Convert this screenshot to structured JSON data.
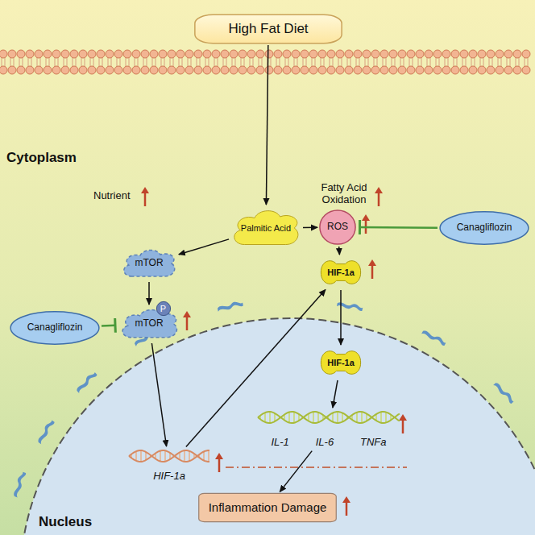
{
  "diagram": {
    "nodes": [
      {
        "text": [
          "High Fat Diet"
        ]
      },
      {
        "text": [
          "Palmitic Acid"
        ]
      },
      {
        "text": [
          "mTOR"
        ]
      },
      {
        "text": [
          "ROS"
        ]
      },
      {
        "text": [
          "Canagliflozin"
        ]
      },
      {
        "text": [
          "mTOR"
        ]
      },
      {
        "text": [
          "P"
        ],
        "in": 5
      },
      {
        "text": [
          "Canagliflozin"
        ]
      },
      {
        "text": [
          "HIF-1a"
        ]
      },
      {
        "text": [
          "HIF-1a"
        ]
      },
      {
        "text": [
          "HIF-1a"
        ]
      },
      {
        "text": [
          "IL-1",
          "IL-6",
          "TNFa"
        ]
      },
      {
        "text": [
          "Inflammation Damage"
        ]
      }
    ],
    "edges": [
      {
        "from": 0,
        "to": 1,
        "arrow": "to"
      },
      {
        "from": 1,
        "to": 2,
        "arrow": "to"
      },
      {
        "from": 1,
        "to": 3,
        "arrow": "to"
      },
      {
        "from": 2,
        "to": 5,
        "arrow": "to"
      },
      {
        "from": 3,
        "to": 8,
        "arrow": "to"
      },
      {
        "from": 4,
        "to": 3,
        "arrow": "to"
      },
      {
        "from": 7,
        "to": 5,
        "arrow": "to"
      },
      {
        "from": 5,
        "to": 10,
        "arrow": "to"
      },
      {
        "from": 10,
        "to": 8,
        "arrow": "to"
      },
      {
        "from": 8,
        "to": 9,
        "arrow": "to"
      },
      {
        "from": 9,
        "to": 11,
        "arrow": "to"
      },
      {
        "from": 11,
        "to": 12,
        "arrow": "to"
      }
    ],
    "labels": [
      "Cytoplasm",
      "Nutrient",
      "Fatty Acid Oxidation",
      "Nucleus"
    ]
  }
}
